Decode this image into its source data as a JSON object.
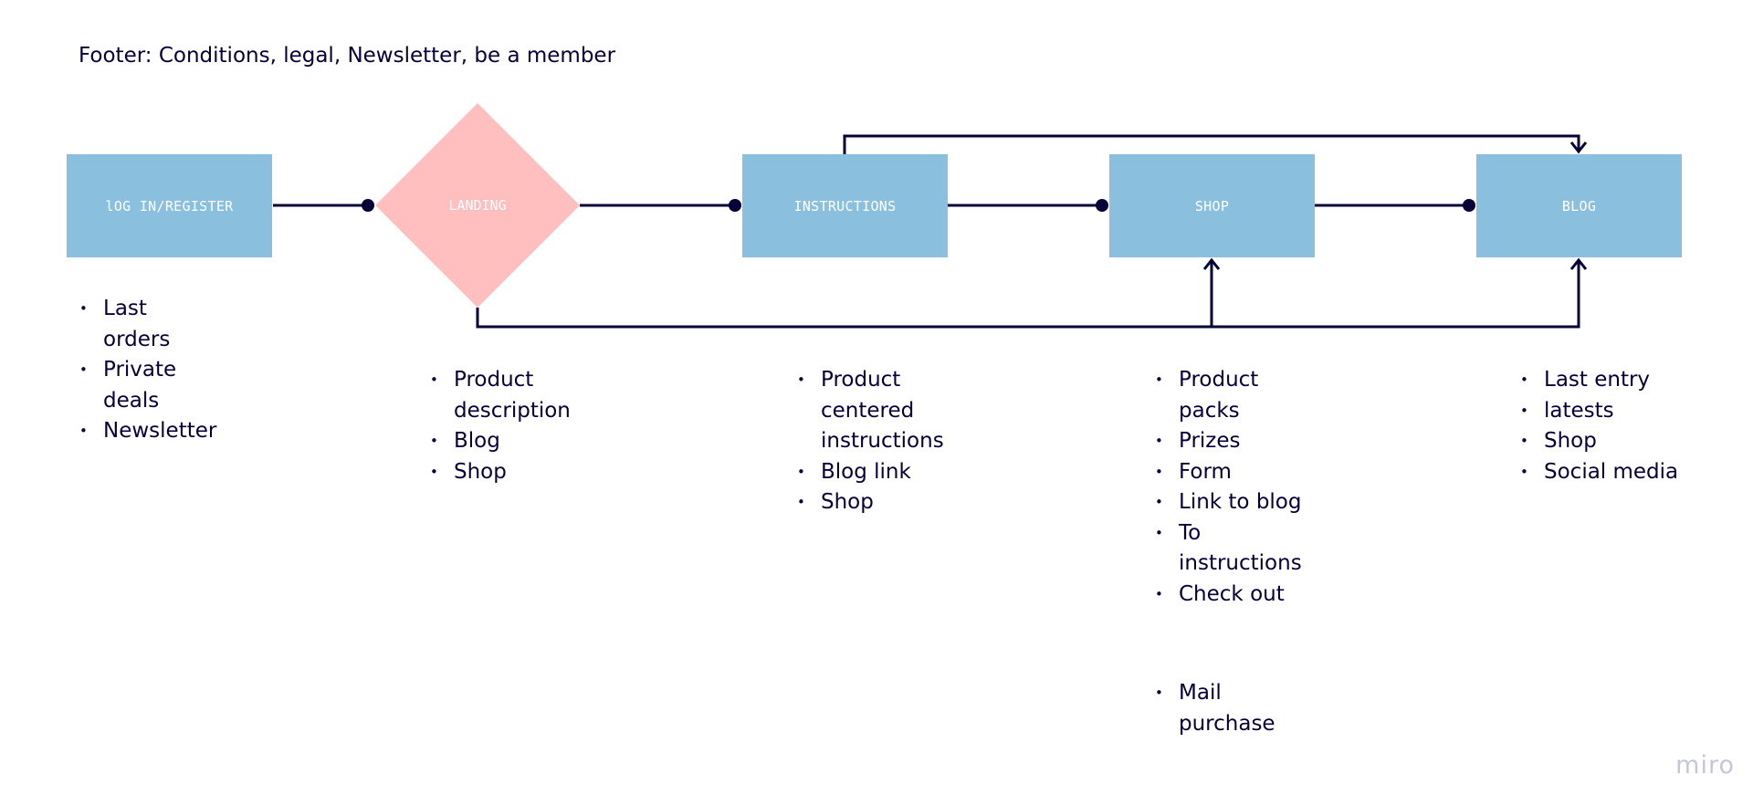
{
  "title": "Footer: Conditions, legal, Newsletter, be a member",
  "colors": {
    "rect_fill": "#8ac0de",
    "diamond_fill": "#ffbfbf",
    "line": "#050038",
    "text": "#050038",
    "watermark": "#c4c7dc"
  },
  "nodes": {
    "login": {
      "label": "lOG IN/REGISTER",
      "shape": "rectangle"
    },
    "landing": {
      "label": "LANDING",
      "shape": "diamond"
    },
    "instructions": {
      "label": "INSTRUCTIONS",
      "shape": "rectangle"
    },
    "shop": {
      "label": "SHOP",
      "shape": "rectangle"
    },
    "blog": {
      "label": "BLOG",
      "shape": "rectangle"
    }
  },
  "lists": {
    "login": [
      "Last orders",
      "Private deals",
      "Newsletter"
    ],
    "landing": [
      "Product description",
      "Blog",
      "Shop"
    ],
    "instructions": [
      "Product centered instructions",
      "Blog link",
      "Shop"
    ],
    "shop": [
      "Product packs",
      "Prizes",
      "Form",
      "Link to blog",
      "To instructions",
      "Check out",
      "Mail purchase"
    ],
    "blog": [
      "Last entry",
      "latests",
      "Shop",
      "Social media"
    ]
  },
  "connections": [
    {
      "from": "login",
      "to": "landing",
      "end": "dot"
    },
    {
      "from": "landing",
      "to": "instructions",
      "end": "dot"
    },
    {
      "from": "instructions",
      "to": "shop",
      "end": "dot"
    },
    {
      "from": "shop",
      "to": "blog",
      "end": "dot"
    },
    {
      "from": "instructions",
      "to": "blog",
      "end": "arrow",
      "route": "over"
    },
    {
      "from": "landing",
      "to": "shop",
      "end": "arrow",
      "route": "under"
    },
    {
      "from": "landing",
      "to": "blog",
      "end": "arrow",
      "route": "under"
    }
  ],
  "watermark": "miro"
}
